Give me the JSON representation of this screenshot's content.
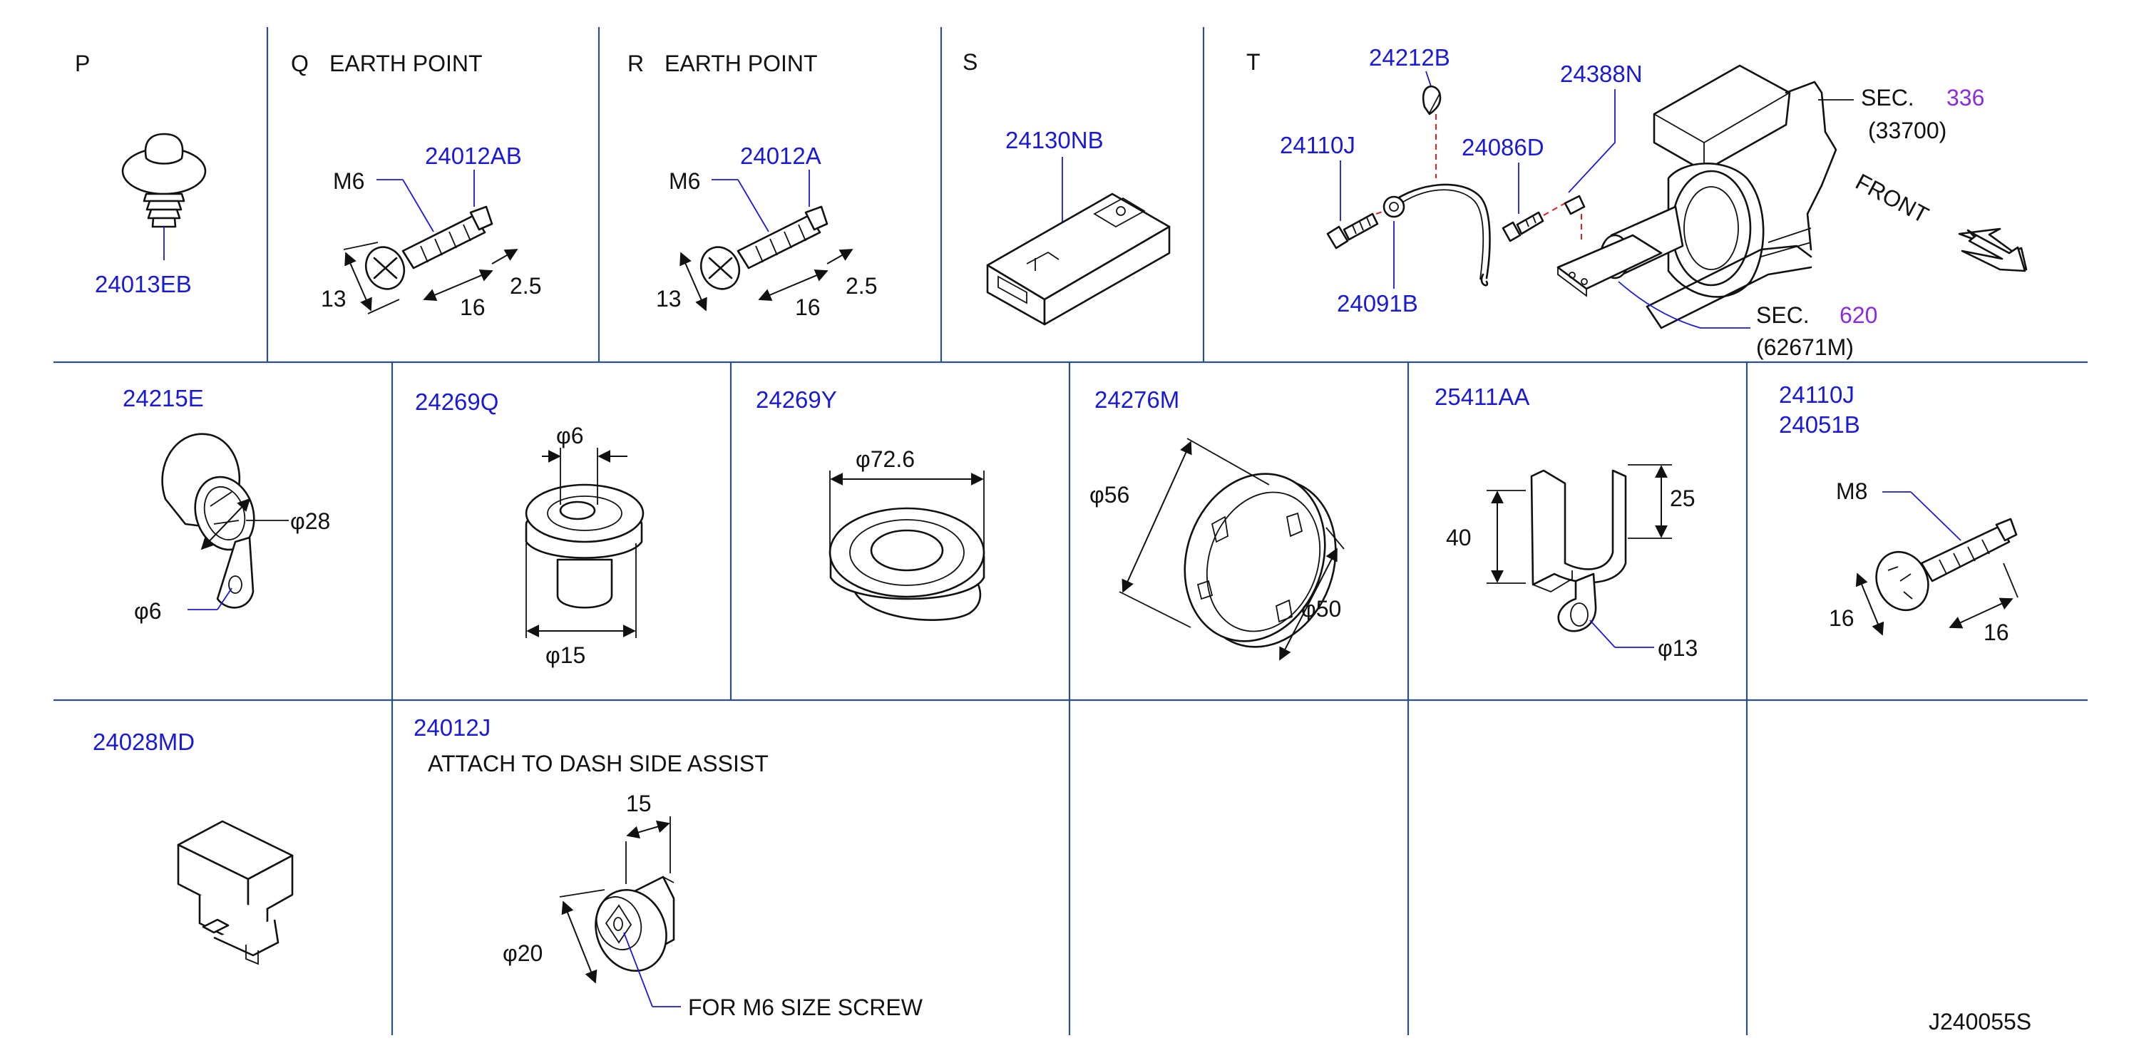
{
  "sections": {
    "P": {
      "letter": "P",
      "title": ""
    },
    "Q": {
      "letter": "Q",
      "title": "EARTH   POINT"
    },
    "R": {
      "letter": "R",
      "title": "EARTH   POINT"
    },
    "S": {
      "letter": "S",
      "title": ""
    },
    "T": {
      "letter": "T",
      "title": ""
    }
  },
  "parts": {
    "p_24013EB": "24013EB",
    "q_24012AB": "24012AB",
    "r_24012A": "24012A",
    "s_24130NB": "24130NB",
    "t_24212B": "24212B",
    "t_24388N": "24388N",
    "t_24110J": "24110J",
    "t_24086D": "24086D",
    "t_24091B": "24091B",
    "b_24215E": "24215E",
    "b_24269Q": "24269Q",
    "b_24269Y": "24269Y",
    "b_24276M": "24276M",
    "b_25411AA": "25411AA",
    "b_24110J": "24110J",
    "b_24051B": "24051B",
    "c_24028MD": "24028MD",
    "c_24012J": "24012J"
  },
  "dims": {
    "q_m6": "M6",
    "q_13": "13",
    "q_16": "16",
    "q_25": "2.5",
    "r_m6": "M6",
    "r_13": "13",
    "r_16": "16",
    "r_25": "2.5",
    "e_phi28": "φ28",
    "e_phi6": "φ6",
    "q2_phi6": "φ6",
    "q2_phi15": "φ15",
    "y_phi726": "φ72.6",
    "m_phi56": "φ56",
    "m_phi50": "φ50",
    "aa_40": "40",
    "aa_25": "25",
    "aa_phi13": "φ13",
    "j_m8": "M8",
    "j_16a": "16",
    "j_16b": "16",
    "cj_15": "15",
    "cj_phi20": "φ20"
  },
  "notes": {
    "sec336_label": "SEC.",
    "sec336_num": "336",
    "sec336_sub": "(33700)",
    "sec620_label": "SEC.",
    "sec620_num": "620",
    "sec620_sub": "(62671M)",
    "front": "FRONT",
    "attach": "ATTACH   TO   DASH   SIDE   ASSIST",
    "for_screw": "FOR   M6   SIZE   SCREW"
  },
  "drawing_code": "J240055S"
}
